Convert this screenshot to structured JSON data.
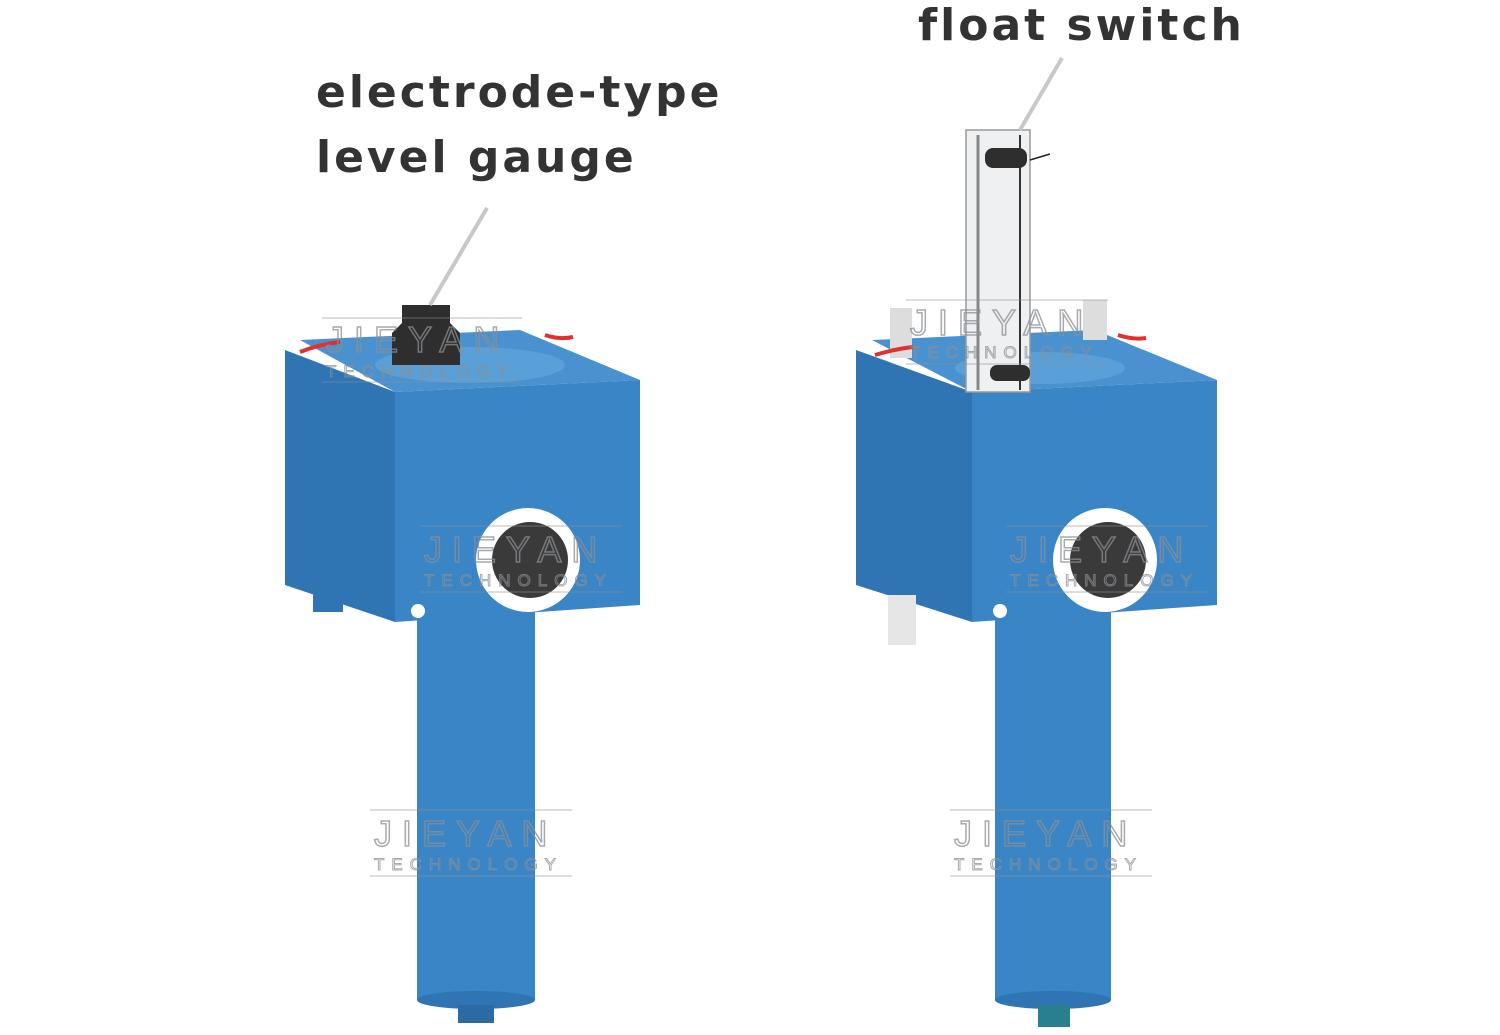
{
  "labels": {
    "electrode_line1": "electrode-type",
    "electrode_line2": "level gauge",
    "float_switch": "float switch"
  },
  "watermark": {
    "brand": "JIEYAN",
    "sub": "TECHNOLOGY"
  },
  "colors": {
    "body_blue": "#3a85c6",
    "side_blue": "#2f74b3",
    "top_blue": "#4a92cf",
    "label_text": "#333333",
    "leader_line": "#c8c8c8"
  }
}
